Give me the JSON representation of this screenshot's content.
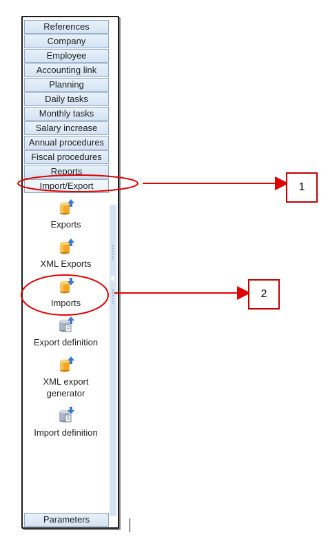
{
  "menu": {
    "top_items": [
      {
        "label": "References"
      },
      {
        "label": "Company"
      },
      {
        "label": "Employee"
      },
      {
        "label": "Accounting link"
      },
      {
        "label": "Planning"
      },
      {
        "label": "Daily tasks"
      },
      {
        "label": "Monthly tasks"
      },
      {
        "label": "Salary increase"
      },
      {
        "label": "Annual procedures"
      },
      {
        "label": "Fiscal procedures"
      },
      {
        "label": "Reports"
      },
      {
        "label": "Import/Export"
      }
    ],
    "bottom_item": {
      "label": "Parameters"
    },
    "active_group": "Import/Export"
  },
  "panel_items": [
    {
      "label": "Exports",
      "icon": "database-export-icon"
    },
    {
      "label": "XML Exports",
      "icon": "database-export-icon"
    },
    {
      "label": "Imports",
      "icon": "database-import-icon"
    },
    {
      "label": "Export definition",
      "icon": "export-definition-icon"
    },
    {
      "label": "XML export generator",
      "icon": "database-export-icon"
    },
    {
      "label": "Import definition",
      "icon": "import-definition-icon"
    }
  ],
  "annotations": {
    "callout_1": "1",
    "callout_2": "2"
  },
  "colors": {
    "annotation_red": "#e00000",
    "menu_blue": "#d4e3f3",
    "menu_border": "#8fa8c4"
  }
}
